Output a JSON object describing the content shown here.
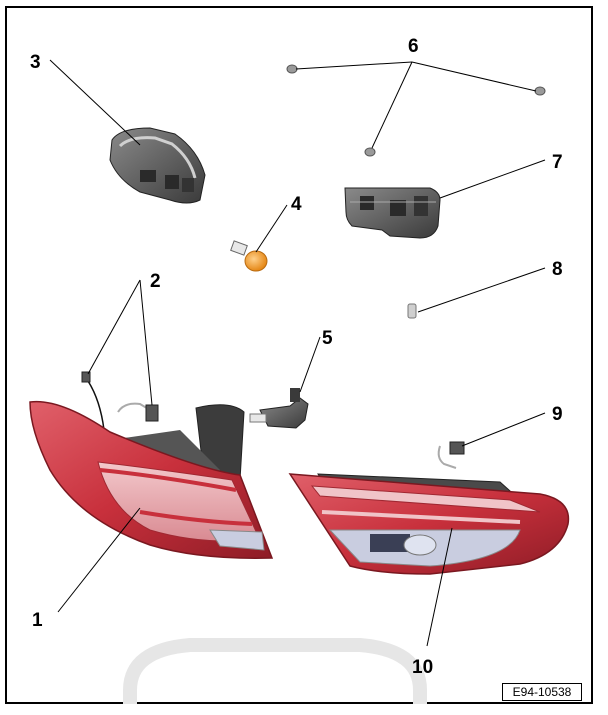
{
  "figure_id": "E94-10538",
  "callouts": [
    {
      "number": "1"
    },
    {
      "number": "2"
    },
    {
      "number": "3"
    },
    {
      "number": "4"
    },
    {
      "number": "5"
    },
    {
      "number": "6"
    },
    {
      "number": "7"
    },
    {
      "number": "8"
    },
    {
      "number": "9"
    },
    {
      "number": "10"
    }
  ],
  "colors": {
    "lamp_red": "#c8303c",
    "lamp_dark_red": "#8e1c26",
    "housing_grey": "#4a4a4a",
    "bulb_amber": "#f39a2a",
    "watermark_grey": "#e6e6e6"
  }
}
